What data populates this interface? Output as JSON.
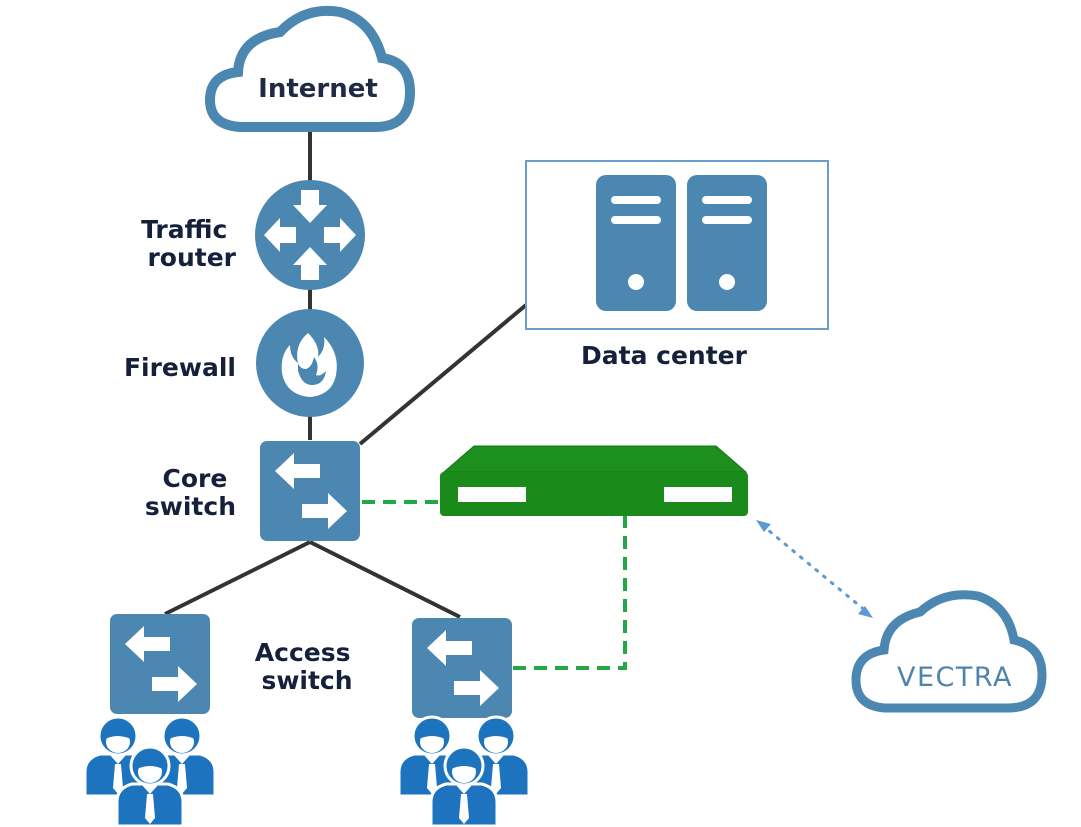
{
  "nodes": {
    "internet": {
      "label": "Internet",
      "icon": "cloud-icon"
    },
    "router": {
      "label_lines": [
        "Traffic",
        "router"
      ],
      "icon": "router-icon"
    },
    "firewall": {
      "label": "Firewall",
      "icon": "fire-icon"
    },
    "core_switch": {
      "label_lines": [
        "Core",
        "switch"
      ],
      "icon": "switch-icon"
    },
    "data_center": {
      "label": "Data center",
      "icon": "server-icon"
    },
    "access_switch": {
      "label_lines": [
        "Access",
        "switch"
      ],
      "icon": "switch-icon"
    },
    "sensor": {
      "icon": "appliance-icon"
    },
    "vectra": {
      "label": "VECTRA",
      "icon": "cloud-icon"
    },
    "users": {
      "icon": "users-icon"
    }
  },
  "colors": {
    "primary": "#4b87b0",
    "users": "#1e73be",
    "sensor": "#1a8a1a",
    "dashed_link": "#22a845",
    "dotted_link": "#5b9bd5",
    "line": "#333333",
    "text": "#15203a"
  }
}
